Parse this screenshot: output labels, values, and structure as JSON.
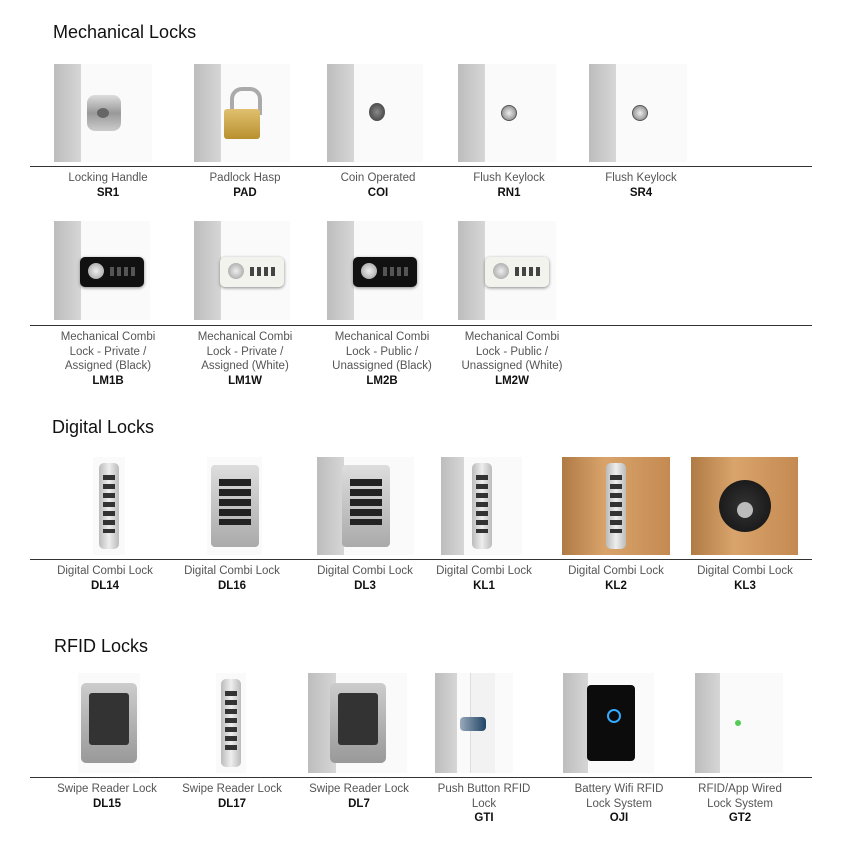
{
  "sections": [
    {
      "title": "Mechanical Locks",
      "items": [
        {
          "name": "Locking Handle",
          "code": "SR1"
        },
        {
          "name": "Padlock Hasp",
          "code": "PAD"
        },
        {
          "name": "Coin Operated",
          "code": "COI"
        },
        {
          "name": "Flush Keylock",
          "code": "RN1"
        },
        {
          "name": "Flush Keylock",
          "code": "SR4"
        },
        {
          "name": "Mechanical Combi Lock - Private / Assigned (Black)",
          "code": "LM1B"
        },
        {
          "name": "Mechanical Combi Lock - Private / Assigned (White)",
          "code": "LM1W"
        },
        {
          "name": "Mechanical Combi Lock - Public / Unassigned (Black)",
          "code": "LM2B"
        },
        {
          "name": "Mechanical Combi Lock - Public / Unassigned (White)",
          "code": "LM2W"
        }
      ]
    },
    {
      "title": "Digital Locks",
      "items": [
        {
          "name": "Digital Combi Lock",
          "code": "DL14"
        },
        {
          "name": "Digital Combi Lock",
          "code": "DL16"
        },
        {
          "name": "Digital Combi Lock",
          "code": "DL3"
        },
        {
          "name": "Digital Combi Lock",
          "code": "KL1"
        },
        {
          "name": "Digital Combi Lock",
          "code": "KL2"
        },
        {
          "name": "Digital Combi Lock",
          "code": "KL3"
        }
      ]
    },
    {
      "title": "RFID Locks",
      "items": [
        {
          "name": "Swipe Reader Lock",
          "code": "DL15"
        },
        {
          "name": "Swipe Reader Lock",
          "code": "DL17"
        },
        {
          "name": "Swipe Reader Lock",
          "code": "DL7"
        },
        {
          "name": "Push Button RFID Lock",
          "code": "GTI"
        },
        {
          "name": "Battery Wifi RFID Lock System",
          "code": "OJI"
        },
        {
          "name": "RFID/App Wired Lock System",
          "code": "GT2"
        }
      ]
    }
  ]
}
